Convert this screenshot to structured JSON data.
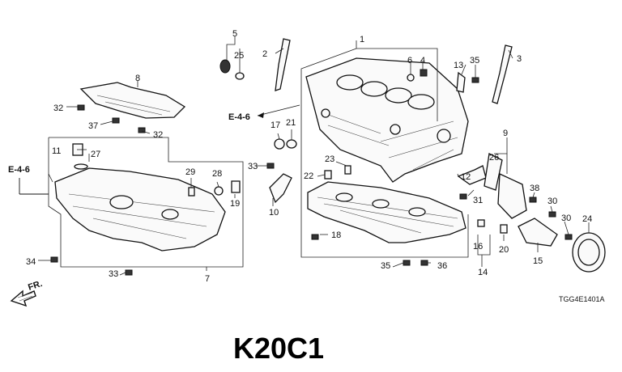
{
  "diagram": {
    "engine_code": "K20C1",
    "drawing_code": "TGG4E1401A",
    "front_marker": "FR.",
    "reference_labels": [
      "E-4-6",
      "E-4-6"
    ],
    "callouts": [
      "1",
      "2",
      "3",
      "4",
      "5",
      "6",
      "7",
      "8",
      "9",
      "10",
      "11",
      "12",
      "13",
      "14",
      "15",
      "16",
      "17",
      "18",
      "19",
      "20",
      "21",
      "22",
      "23",
      "24",
      "25",
      "26",
      "27",
      "28",
      "29",
      "30",
      "30",
      "31",
      "32",
      "32",
      "33",
      "33",
      "34",
      "35",
      "35",
      "36",
      "37",
      "38"
    ]
  }
}
